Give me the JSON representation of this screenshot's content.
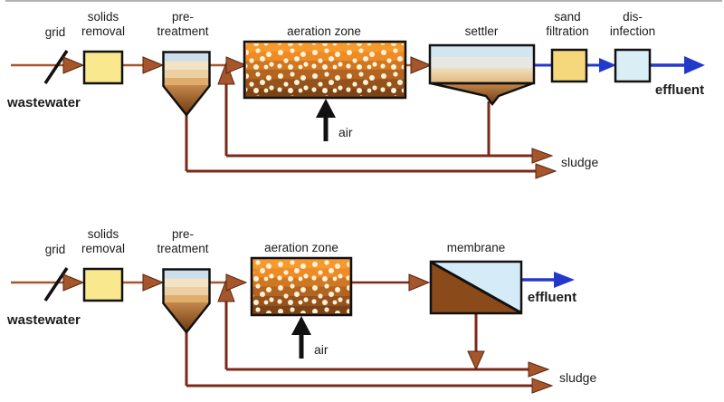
{
  "palette": {
    "flow_arrow": "#a5562b",
    "sludge_line": "#7a2a1a",
    "effluent_blue": "#2438cc",
    "ink": "#111111",
    "solids_removal_box": "#f9e88d",
    "sand_filtration_box": "#f6d87c",
    "disinfection_box": "#daeef6",
    "membrane_permeate": "#d5ebf7",
    "membrane_retentate": "#8a4a1a"
  },
  "top": {
    "grid": "grid",
    "solids_removal_line1": "solids",
    "solids_removal_line2": "removal",
    "pretreatment_line1": "pre-",
    "pretreatment_line2": "treatment",
    "aeration_zone": "aeration zone",
    "settler": "settler",
    "sand_filtration_line1": "sand",
    "sand_filtration_line2": "filtration",
    "disinfection_line1": "dis-",
    "disinfection_line2": "infection",
    "wastewater": "wastewater",
    "air": "air",
    "sludge": "sludge",
    "effluent": "effluent"
  },
  "bottom": {
    "grid": "grid",
    "solids_removal_line1": "solids",
    "solids_removal_line2": "removal",
    "pretreatment_line1": "pre-",
    "pretreatment_line2": "treatment",
    "aeration_zone": "aeration zone",
    "membrane": "membrane",
    "wastewater": "wastewater",
    "air": "air",
    "sludge": "sludge",
    "effluent": "effluent"
  }
}
